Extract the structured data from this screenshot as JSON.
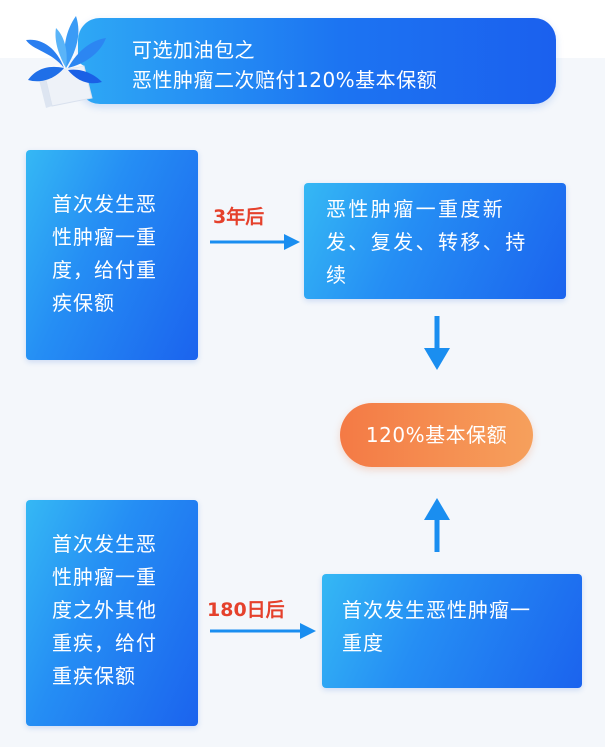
{
  "header": {
    "line1": "可选加油包之",
    "line2": "恶性肿瘤二次赔付120%基本保额"
  },
  "boxes": {
    "first_cancer": "首次发生恶\n性肿瘤一重\n度，给付重\n疾保额",
    "new_cancer": "恶性肿瘤一重度新\n发、复发、转移、持\n续",
    "other_illness": "首次发生恶\n性肿瘤一重\n度之外其他\n重疾，给付\n重疾保额",
    "first_cancer_after": "首次发生恶性肿瘤一\n重度"
  },
  "result": {
    "label": "120%基本保额"
  },
  "arrows": {
    "after_3_years": "3年后",
    "after_180_days": "180日后"
  },
  "colors": {
    "box_blue": "#1b63ee",
    "arrow_blue": "#1a8ef0",
    "label_red": "#e5412c",
    "result_orange": "#f47a45"
  }
}
